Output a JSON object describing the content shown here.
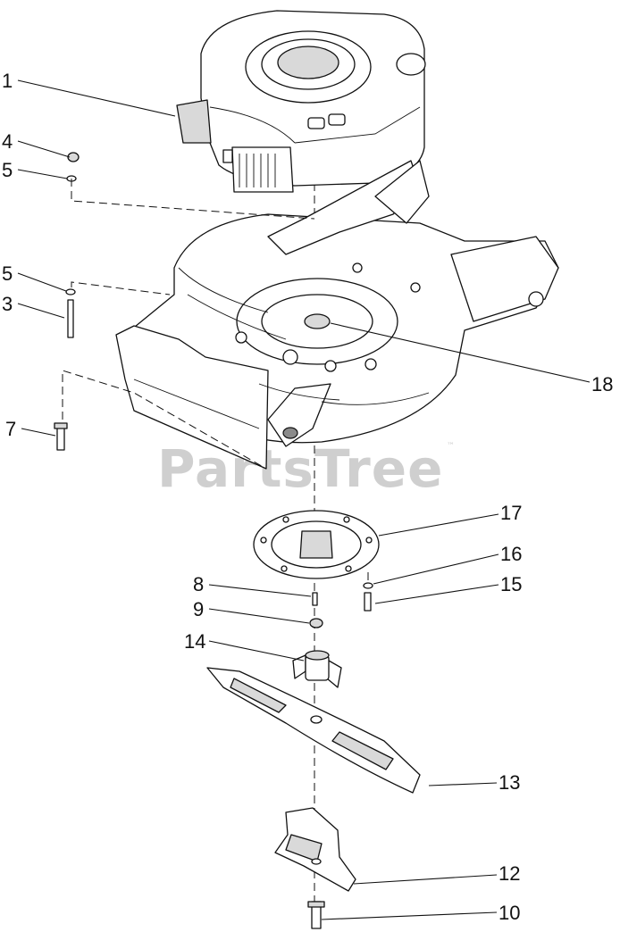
{
  "watermark": {
    "brand": "PartsTree",
    "trademark": "™"
  },
  "callouts": {
    "c1": "1",
    "c4": "4",
    "c5a": "5",
    "c5b": "5",
    "c3": "3",
    "c7": "7",
    "c18": "18",
    "c17": "17",
    "c16": "16",
    "c15": "15",
    "c8": "8",
    "c9": "9",
    "c14": "14",
    "c13": "13",
    "c12": "12",
    "c10": "10"
  },
  "colors": {
    "line": "#111111",
    "shade": "#d9d9d9",
    "watermark": "#cfcfcf"
  }
}
